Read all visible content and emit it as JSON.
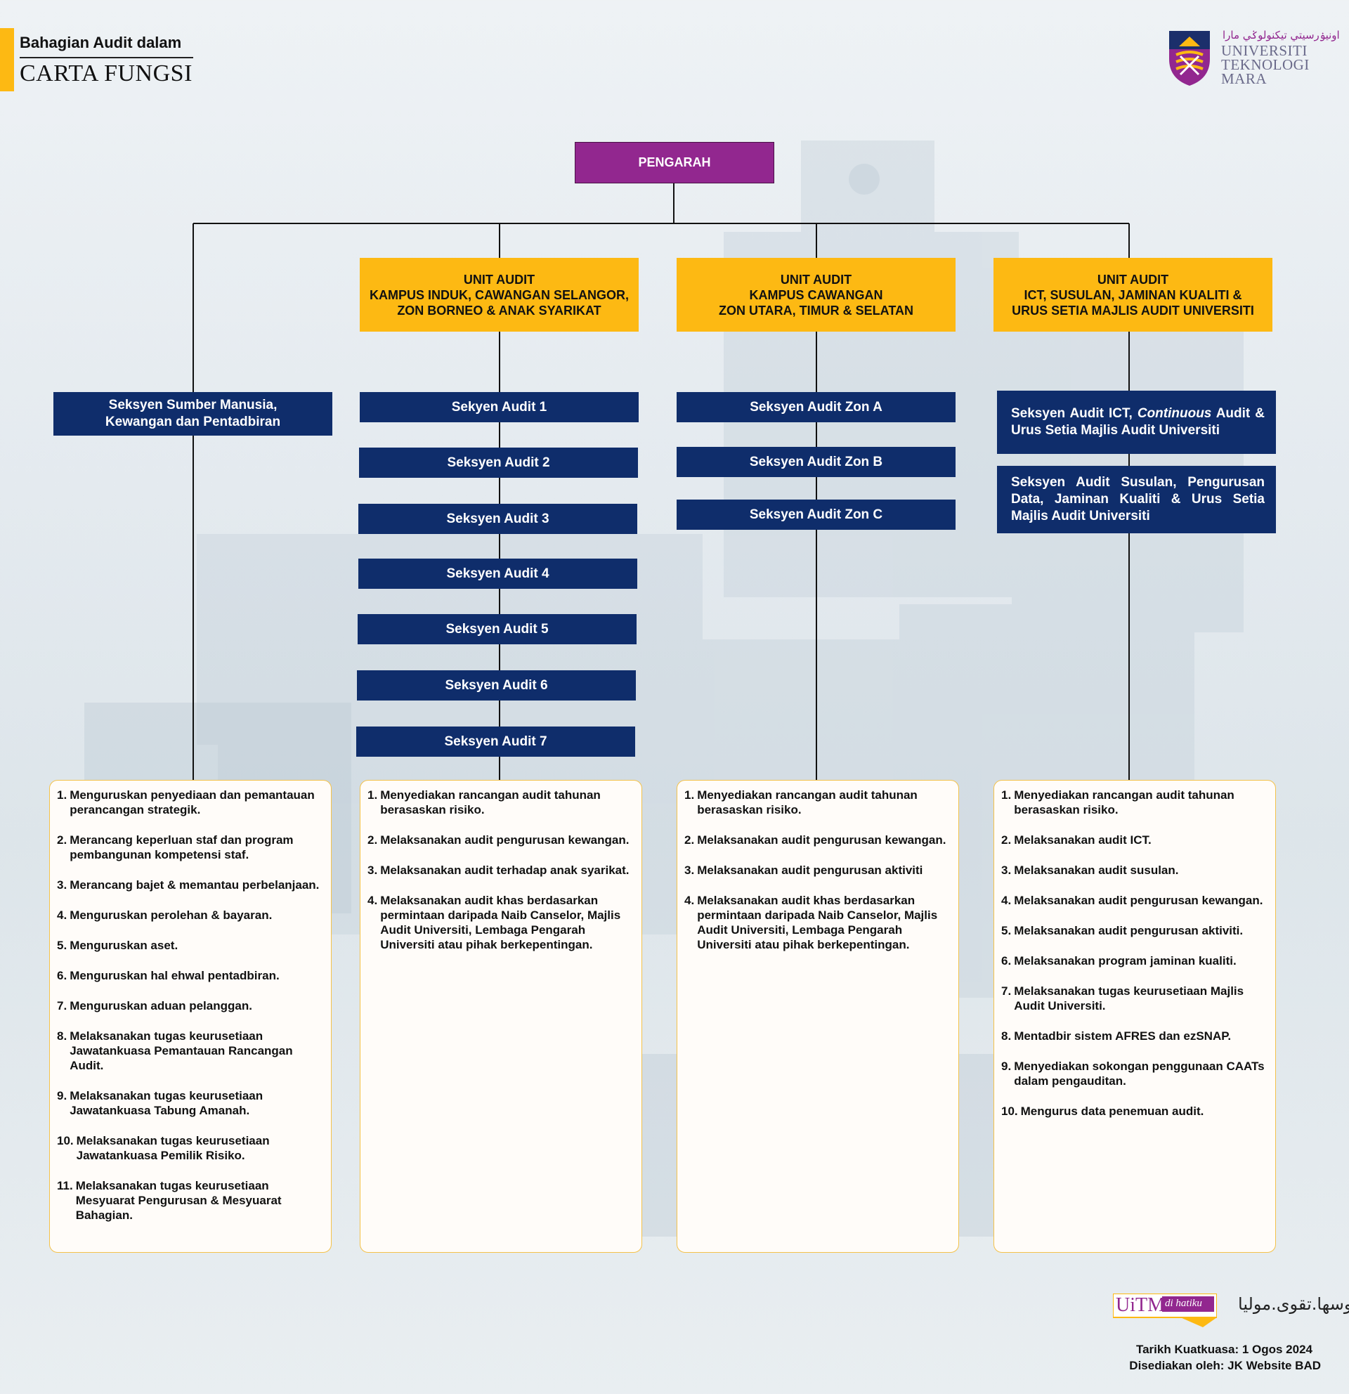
{
  "header": {
    "subtitle": "Bahagian Audit dalam",
    "title": "CARTA FUNGSI"
  },
  "logo": {
    "arabic": "اونيۏرسيتي تيكنولوݢي مارا",
    "line1": "UNIVERSITI",
    "line2": "TEKNOLOGI",
    "line3": "MARA"
  },
  "director": "PENGARAH",
  "units": {
    "u1": {
      "l1": "UNIT AUDIT",
      "l2": "KAMPUS INDUK, CAWANGAN SELANGOR,",
      "l3": "ZON BORNEO & ANAK SYARIKAT"
    },
    "u2": {
      "l1": "UNIT AUDIT",
      "l2": "KAMPUS CAWANGAN",
      "l3": "ZON UTARA, TIMUR & SELATAN"
    },
    "u3": {
      "l1": "UNIT AUDIT",
      "l2": "ICT, SUSULAN, JAMINAN KUALITI &",
      "l3": "URUS SETIA MAJLIS AUDIT UNIVERSITI"
    }
  },
  "sections": {
    "hr": {
      "l1": "Seksyen Sumber Manusia,",
      "l2": "Kewangan dan Pentadbiran"
    },
    "col1": [
      "Sekyen Audit 1",
      "Seksyen Audit 2",
      "Seksyen Audit 3",
      "Seksyen Audit 4",
      "Seksyen Audit 5",
      "Seksyen Audit 6",
      "Seksyen Audit 7"
    ],
    "col2": [
      "Seksyen Audit Zon A",
      "Seksyen Audit Zon B",
      "Seksyen Audit Zon C"
    ],
    "col3a": {
      "p1": "Seksyen Audit ICT, ",
      "italic": "Continuous",
      "p2": " Audit & Urus Setia Majlis Audit Universiti"
    },
    "col3b": "Seksyen Audit Susulan, Pengurusan Data, Jaminan Kualiti & Urus Setia Majlis Audit Universiti"
  },
  "functions": {
    "hr": [
      "Menguruskan penyediaan dan pemantauan perancangan strategik.",
      "Merancang keperluan staf dan program pembangunan kompetensi staf.",
      "Merancang bajet & memantau perbelanjaan.",
      "Menguruskan perolehan & bayaran.",
      "Menguruskan aset.",
      "Menguruskan hal ehwal pentadbiran.",
      "Menguruskan aduan pelanggan.",
      "Melaksanakan tugas keurusetiaan Jawatankuasa Pemantauan Rancangan Audit.",
      "Melaksanakan tugas keurusetiaan Jawatankuasa Tabung Amanah.",
      "Melaksanakan tugas keurusetiaan Jawatankuasa Pemilik Risiko.",
      "Melaksanakan tugas keurusetiaan Mesyuarat Pengurusan & Mesyuarat Bahagian."
    ],
    "u1": [
      "Menyediakan rancangan audit tahunan berasaskan risiko.",
      "Melaksanakan audit pengurusan kewangan.",
      "Melaksanakan audit terhadap anak syarikat.",
      "Melaksanakan audit khas  berdasarkan permintaan daripada Naib Canselor, Majlis Audit Universiti, Lembaga Pengarah Universiti atau pihak berkepentingan."
    ],
    "u2": [
      "Menyediakan rancangan audit tahunan berasaskan risiko.",
      "Melaksanakan audit pengurusan kewangan.",
      "Melaksanakan audit pengurusan aktiviti",
      "Melaksanakan audit khas  berdasarkan permintaan daripada Naib Canselor, Majlis Audit Universiti, Lembaga Pengarah Universiti atau pihak berkepentingan."
    ],
    "u3": [
      "Menyediakan rancangan audit tahunan berasaskan risiko.",
      "Melaksanakan audit ICT.",
      "Melaksanakan audit susulan.",
      "Melaksanakan audit pengurusan kewangan.",
      "Melaksanakan audit pengurusan aktiviti.",
      "Melaksanakan program jaminan kualiti.",
      "Melaksanakan tugas keurusetiaan Majlis Audit Universiti.",
      "Mentadbir sistem AFRES dan ezSNAP.",
      "Menyediakan sokongan penggunaan CAATs dalam pengauditan.",
      "Mengurus data penemuan audit."
    ]
  },
  "footer": {
    "uitm_logo": "UiTM",
    "uitm_tag": "di hatiku",
    "motto_jawi": "اوسها.تقوى.موليا",
    "effective": "Tarikh Kuatkuasa: 1 Ogos 2024",
    "prepared": "Disediakan oleh: JK Website BAD"
  },
  "colors": {
    "director": "#92278F",
    "unit": "#FDB913",
    "section": "#0F2D6B",
    "list_border": "#F4C24A"
  }
}
